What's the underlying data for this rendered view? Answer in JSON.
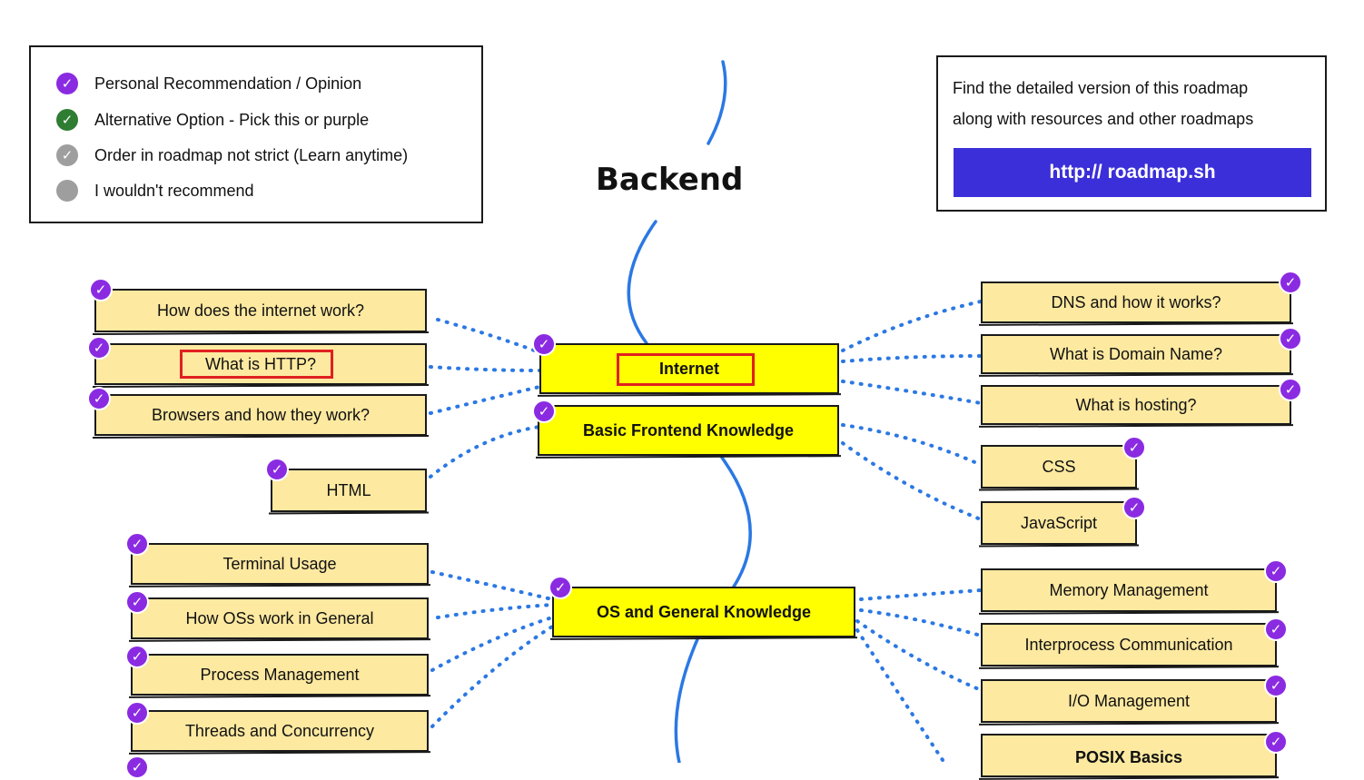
{
  "title": "Backend",
  "legend": {
    "items": [
      {
        "label": "Personal Recommendation / Opinion",
        "color": "#8a2be2",
        "icon": "check-icon"
      },
      {
        "label": "Alternative Option - Pick this or purple",
        "color": "#2e7d32",
        "icon": "check-icon"
      },
      {
        "label": "Order in roadmap not strict (Learn anytime)",
        "color": "#9e9e9e",
        "icon": "check-icon"
      },
      {
        "label": "I wouldn't recommend",
        "color": "#9e9e9e",
        "icon": "circle-icon"
      }
    ]
  },
  "info": {
    "line1": "Find the detailed version of this roadmap",
    "line2": "along with resources and other roadmaps",
    "url": "http:// roadmap.sh"
  },
  "main_nodes": {
    "internet": "Internet",
    "frontend": "Basic Frontend Knowledge",
    "os": "OS and General Knowledge"
  },
  "left_topics": {
    "internet_work": "How does the internet work?",
    "http": "What is HTTP?",
    "browsers": "Browsers and how they work?",
    "html": "HTML",
    "terminal": "Terminal Usage",
    "os_work": "How OSs work in General",
    "process": "Process Management",
    "threads": "Threads and Concurrency"
  },
  "right_topics": {
    "dns": "DNS and how it works?",
    "domain": "What is Domain Name?",
    "hosting": "What is hosting?",
    "css": "CSS",
    "js": "JavaScript",
    "memory": "Memory Management",
    "ipc": "Interprocess Communication",
    "io": "I/O Management",
    "posix": "POSIX Basics"
  },
  "colors": {
    "recommended": "#8a2be2",
    "main_node": "#ffff00",
    "topic_node": "#fde9a0",
    "connector": "#2b78e4",
    "url_button": "#3b2fd9",
    "highlight": "#e02020"
  }
}
